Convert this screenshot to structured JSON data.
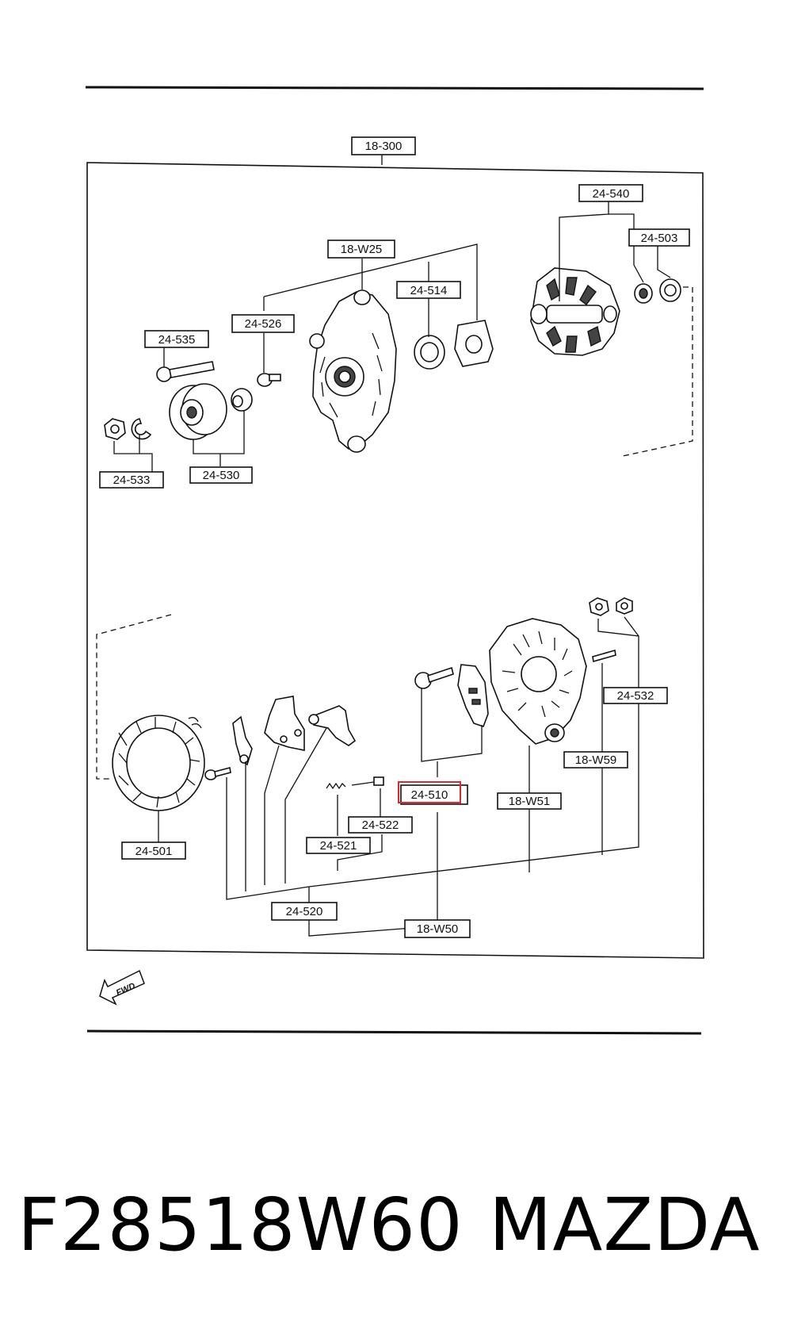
{
  "diagram": {
    "callouts": {
      "c18_300": "18-300",
      "c24_540": "24-540",
      "c24_503": "24-503",
      "c18_W25": "18-W25",
      "c24_514": "24-514",
      "c24_526": "24-526",
      "c24_535": "24-535",
      "c24_533": "24-533",
      "c24_530": "24-530",
      "c24_532": "24-532",
      "c18_W59": "18-W59",
      "c18_W51": "18-W51",
      "c24_510": "24-510",
      "c24_522": "24-522",
      "c24_521": "24-521",
      "c24_501": "24-501",
      "c24_520": "24-520",
      "c18_W50": "18-W50"
    },
    "fwd_arrow": "FWD",
    "highlight_color": "#e0282f"
  },
  "footer": {
    "part_number": "F28518W60",
    "brand": "MAZDA"
  }
}
